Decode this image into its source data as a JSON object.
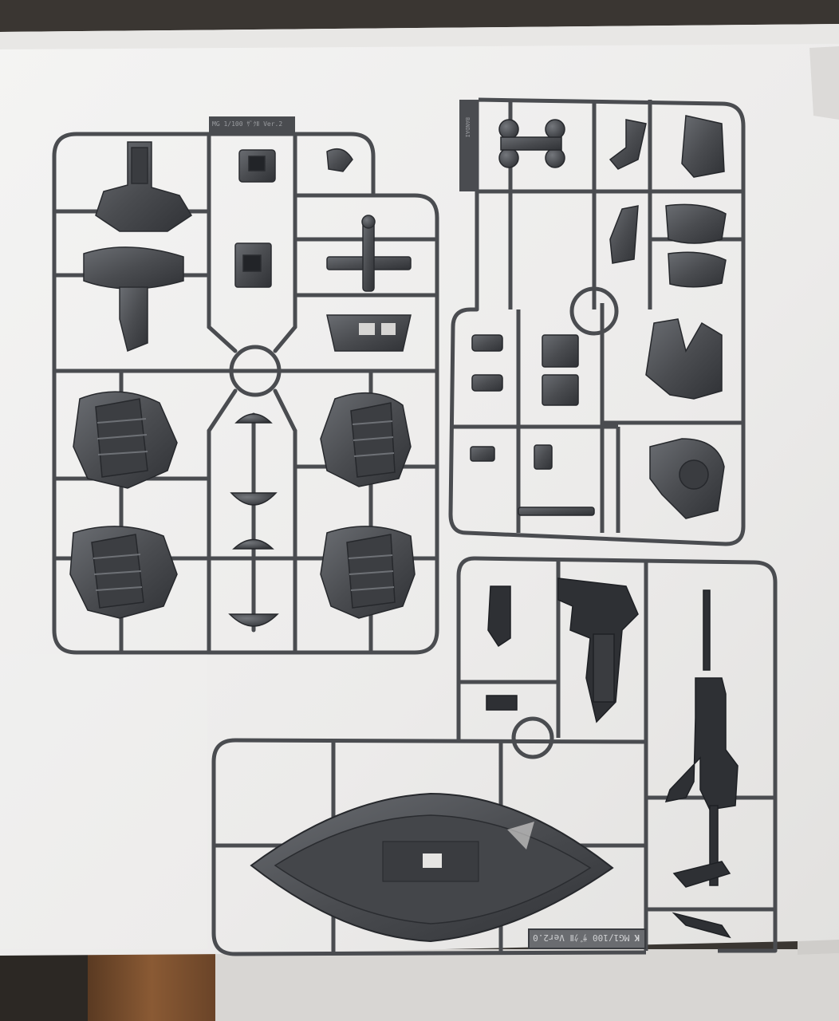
{
  "photo": {
    "runner_k_label": "K",
    "runner_k_text": "MG1/100 ｻﾞｸⅡ Ver2.0",
    "runner_top_text": "MG 1/100 ｻﾞｸⅡ Ver.2",
    "runner_side_text": "BANDAI"
  },
  "colors": {
    "plastic": "#4a4c50",
    "plastic_dark": "#34363a",
    "plastic_light": "#6a6d72",
    "paper": "#eeedec",
    "wood": "#7a4a2a"
  }
}
